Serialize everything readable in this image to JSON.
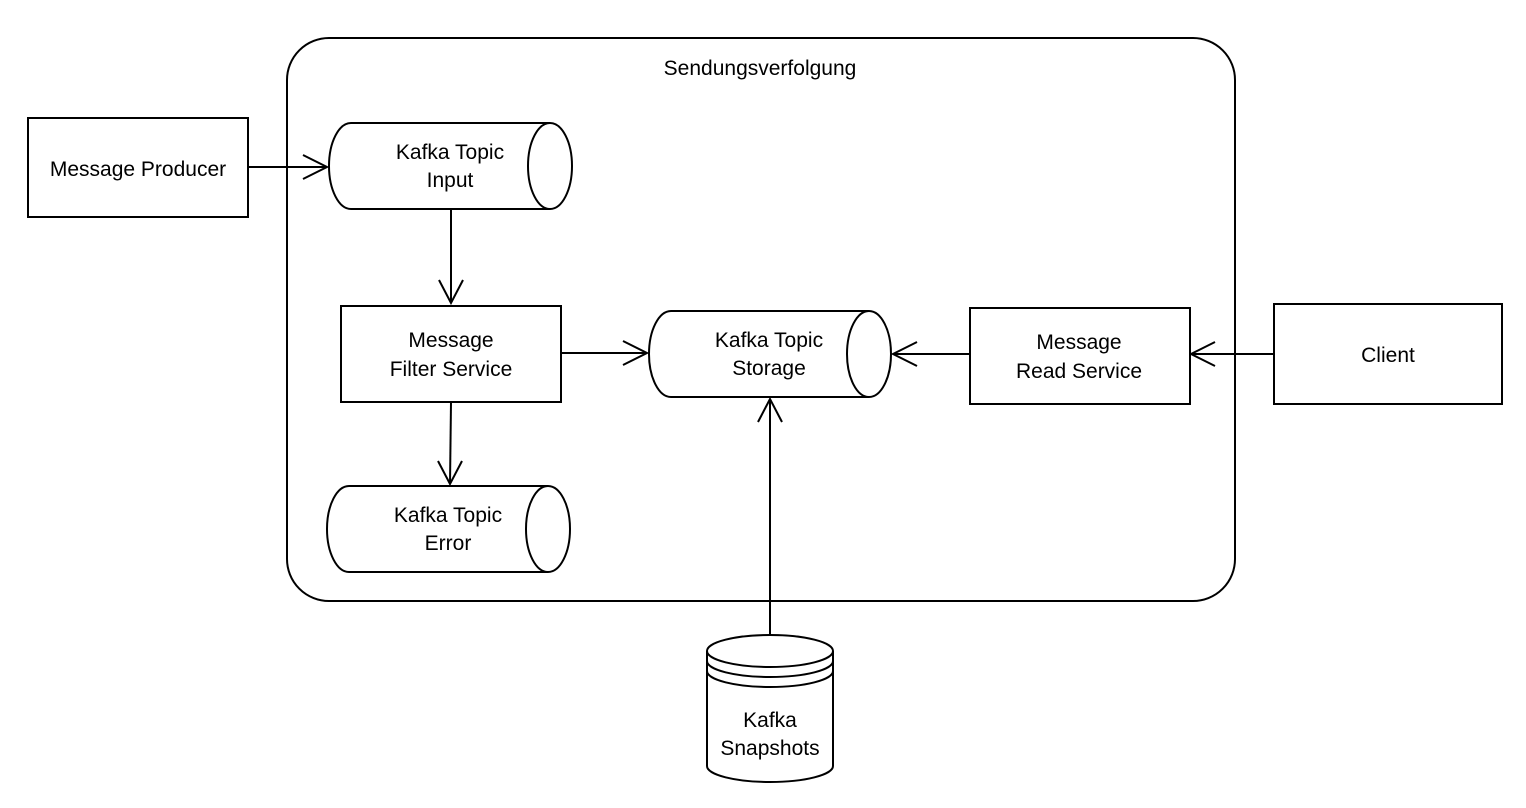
{
  "container": {
    "title": "Sendungsverfolgung"
  },
  "nodes": {
    "message_producer": {
      "lines": [
        "Message Producer"
      ]
    },
    "topic_input": {
      "lines": [
        "Kafka Topic",
        "Input"
      ]
    },
    "filter_service": {
      "lines": [
        "Message",
        "Filter Service"
      ]
    },
    "topic_storage": {
      "lines": [
        "Kafka Topic",
        "Storage"
      ]
    },
    "read_service": {
      "lines": [
        "Message",
        "Read Service"
      ]
    },
    "client": {
      "lines": [
        "Client"
      ]
    },
    "topic_error": {
      "lines": [
        "Kafka Topic",
        "Error"
      ]
    },
    "snapshots": {
      "lines": [
        "Kafka",
        "Snapshots"
      ]
    }
  },
  "edges": [
    {
      "from": "message_producer",
      "to": "topic_input"
    },
    {
      "from": "topic_input",
      "to": "filter_service"
    },
    {
      "from": "filter_service",
      "to": "topic_storage"
    },
    {
      "from": "filter_service",
      "to": "topic_error"
    },
    {
      "from": "read_service",
      "to": "topic_storage"
    },
    {
      "from": "client",
      "to": "read_service"
    },
    {
      "from": "snapshots",
      "to": "topic_storage"
    }
  ]
}
